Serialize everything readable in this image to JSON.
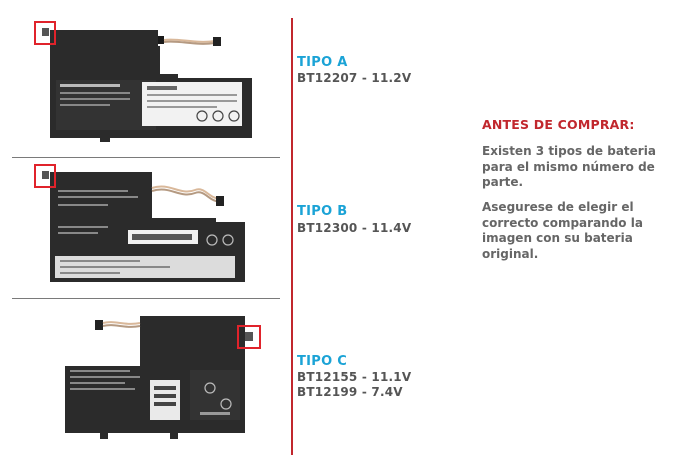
{
  "types": [
    {
      "label": "TIPO A",
      "models": [
        "BT12207 - 11.2V"
      ]
    },
    {
      "label": "TIPO B",
      "models": [
        "BT12300 - 11.4V"
      ]
    },
    {
      "label": "TIPO C",
      "models": [
        "BT12155 - 11.1V",
        "BT12199 - 7.4V"
      ]
    }
  ],
  "notice": {
    "title": "ANTES DE COMPRAR:",
    "paragraph1": [
      "Existen 3 tipos de bateria",
      "para el mismo número de",
      "parte."
    ],
    "paragraph2": [
      "Asegurese de elegir el",
      "correcto comparando la",
      "imagen con su bateria",
      "original."
    ]
  },
  "colors": {
    "accent_blue": "#1ba3d6",
    "accent_red": "#c1272d",
    "battery_body": "#2b2b2b",
    "highlight_box": "#e0232b"
  }
}
